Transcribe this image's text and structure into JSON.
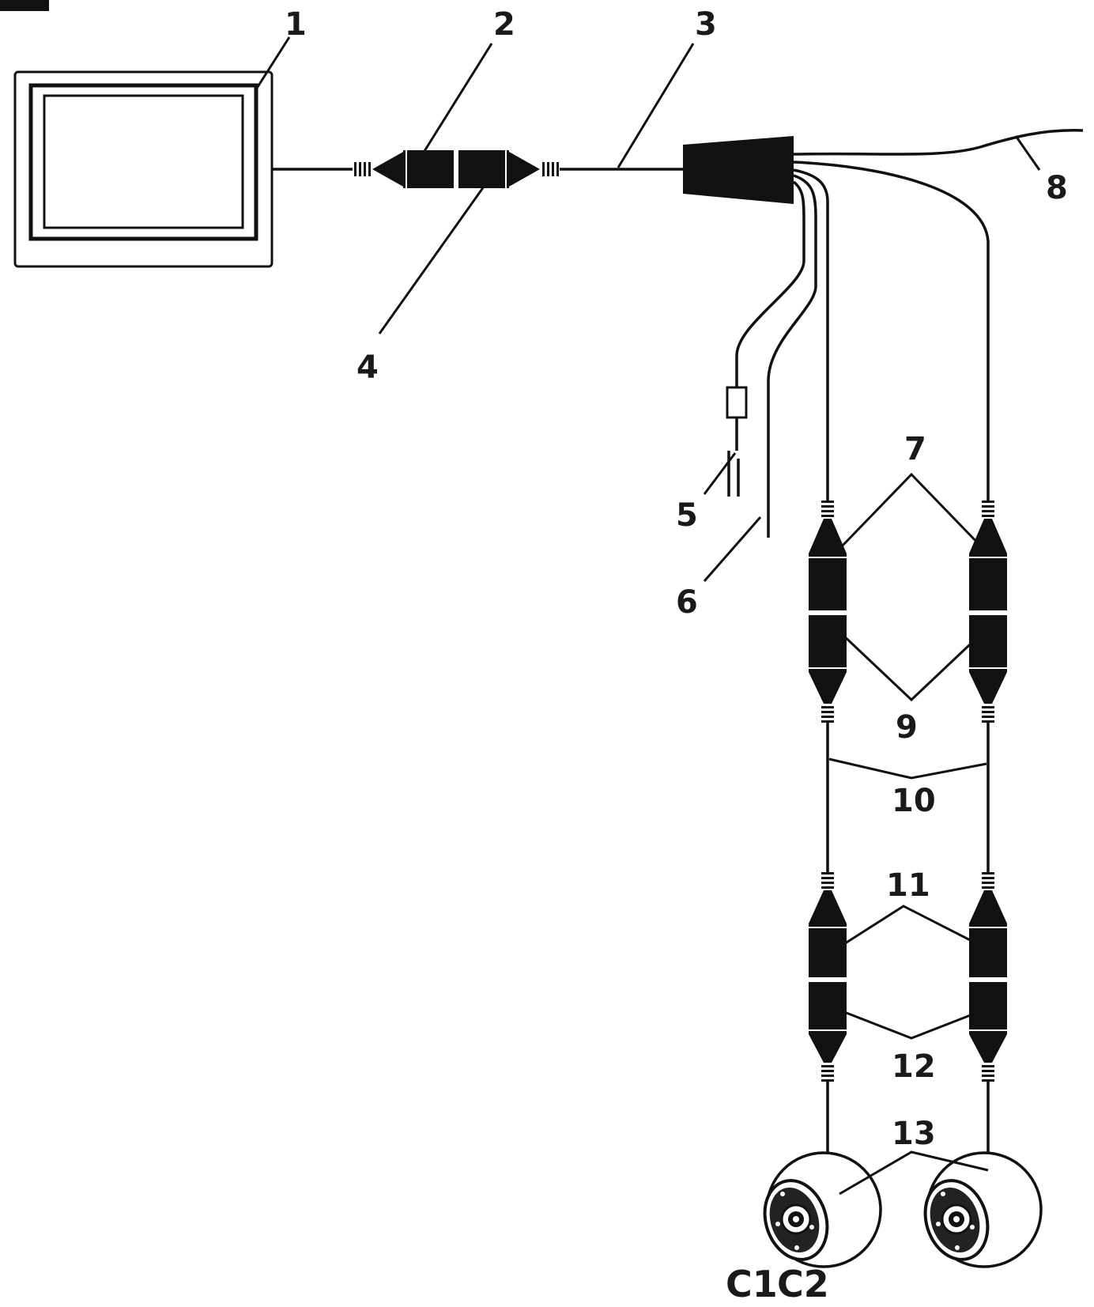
{
  "labels": {
    "l1": "1",
    "l2": "2",
    "l3": "3",
    "l4": "4",
    "l5": "5",
    "l6": "6",
    "l7": "7",
    "l8": "8",
    "l9": "9",
    "l10": "10",
    "l11": "11",
    "l12": "12",
    "l13": "13",
    "c1": "C1",
    "c2": "C2"
  },
  "colors": {
    "ink": "#111111",
    "paper": "#ffffff"
  }
}
